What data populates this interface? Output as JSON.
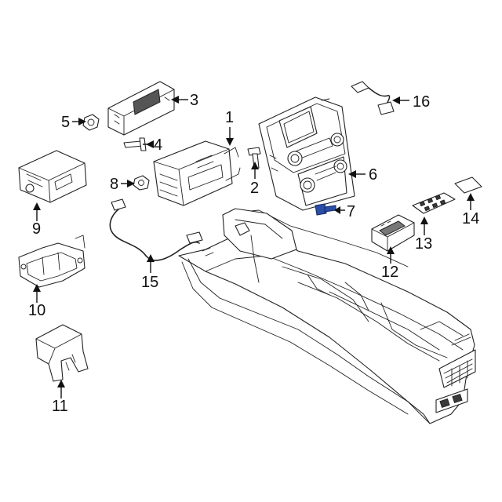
{
  "callouts": [
    {
      "id": "1",
      "label": "1"
    },
    {
      "id": "2",
      "label": "2"
    },
    {
      "id": "3",
      "label": "3"
    },
    {
      "id": "4",
      "label": "4"
    },
    {
      "id": "5",
      "label": "5"
    },
    {
      "id": "6",
      "label": "6"
    },
    {
      "id": "7",
      "label": "7"
    },
    {
      "id": "8",
      "label": "8"
    },
    {
      "id": "9",
      "label": "9"
    },
    {
      "id": "10",
      "label": "10"
    },
    {
      "id": "11",
      "label": "11"
    },
    {
      "id": "12",
      "label": "12"
    },
    {
      "id": "13",
      "label": "13"
    },
    {
      "id": "14",
      "label": "14"
    },
    {
      "id": "15",
      "label": "15"
    },
    {
      "id": "16",
      "label": "16"
    }
  ],
  "colors": {
    "line": "#222222",
    "highlight": "#2b4fa8",
    "background": "#ffffff"
  },
  "highlighted_part": "7"
}
